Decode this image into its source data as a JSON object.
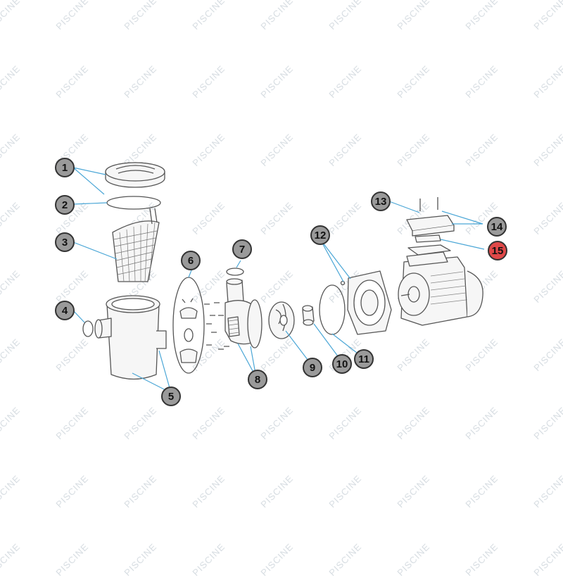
{
  "watermark": {
    "text": "PISCINE",
    "color": "#d7dde2"
  },
  "colors": {
    "line": "#555555",
    "leader": "#4aa6d6",
    "callout_fill": "#9a9a9a",
    "callout_highlight": "#e04848",
    "part_fill": "#f6f6f6"
  },
  "callouts": [
    {
      "id": "1",
      "label": "1",
      "highlight": false
    },
    {
      "id": "2",
      "label": "2",
      "highlight": false
    },
    {
      "id": "3",
      "label": "3",
      "highlight": false
    },
    {
      "id": "4",
      "label": "4",
      "highlight": false
    },
    {
      "id": "5",
      "label": "5",
      "highlight": false
    },
    {
      "id": "6",
      "label": "6",
      "highlight": false
    },
    {
      "id": "7",
      "label": "7",
      "highlight": false
    },
    {
      "id": "8",
      "label": "8",
      "highlight": false
    },
    {
      "id": "9",
      "label": "9",
      "highlight": false
    },
    {
      "id": "10",
      "label": "10",
      "highlight": false
    },
    {
      "id": "11",
      "label": "11",
      "highlight": false
    },
    {
      "id": "12",
      "label": "12",
      "highlight": false
    },
    {
      "id": "13",
      "label": "13",
      "highlight": false
    },
    {
      "id": "14",
      "label": "14",
      "highlight": false
    },
    {
      "id": "15",
      "label": "15",
      "highlight": true
    }
  ]
}
